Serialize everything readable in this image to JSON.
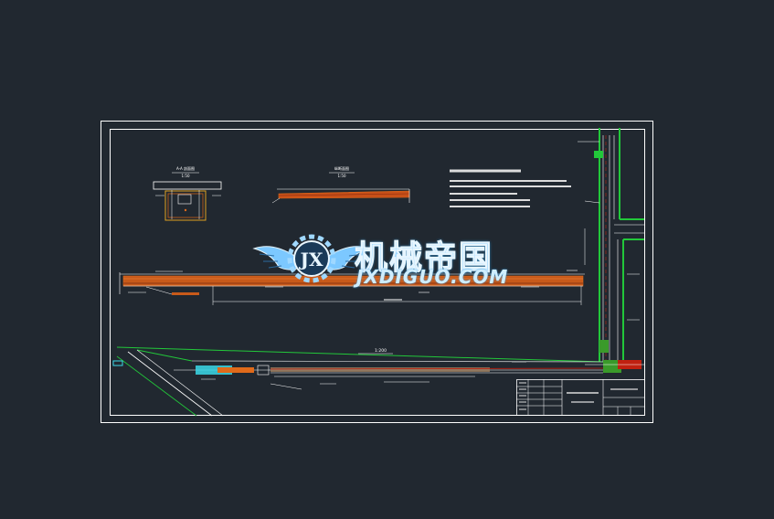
{
  "colors": {
    "background": "#212830",
    "frame": "#ffffff",
    "pipe_orange": "#e06a1a",
    "pipe_red": "#c02010",
    "green": "#22c83a",
    "cyan": "#3ad8e8",
    "watermark": "#9fd8ff"
  },
  "drawing": {
    "section_title_1": "A-A 剖面图",
    "section_scale_1": "1:50",
    "section_title_2": "纵断面图",
    "section_scale_2": "1:50",
    "plan_scale": "1:200"
  },
  "watermark": {
    "logo_letters": "JX",
    "text_cn": "机械帝国",
    "text_en": "JXDIGUO.COM"
  },
  "icons": [
    "gear-icon",
    "wing-icon"
  ]
}
